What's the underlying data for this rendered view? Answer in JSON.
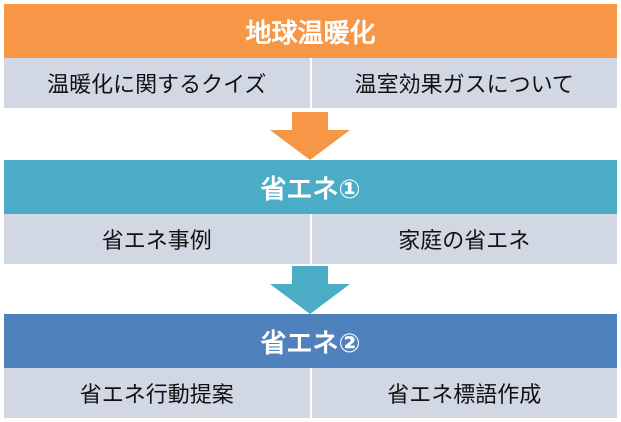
{
  "colors": {
    "header_1": "#f79646",
    "header_2": "#4bacc6",
    "header_3": "#4f81bd",
    "row_fill": "#d1d8e4",
    "arrow_1": "#f79646",
    "arrow_2": "#4bacc6"
  },
  "section1": {
    "title": "地球温暖化",
    "items": [
      "温暖化に関するクイズ",
      "温室効果ガスについて"
    ]
  },
  "section2": {
    "title": "省エネ①",
    "items": [
      "省エネ事例",
      "家庭の省エネ"
    ]
  },
  "section3": {
    "title": "省エネ②",
    "items": [
      "省エネ行動提案",
      "省エネ標語作成"
    ]
  }
}
